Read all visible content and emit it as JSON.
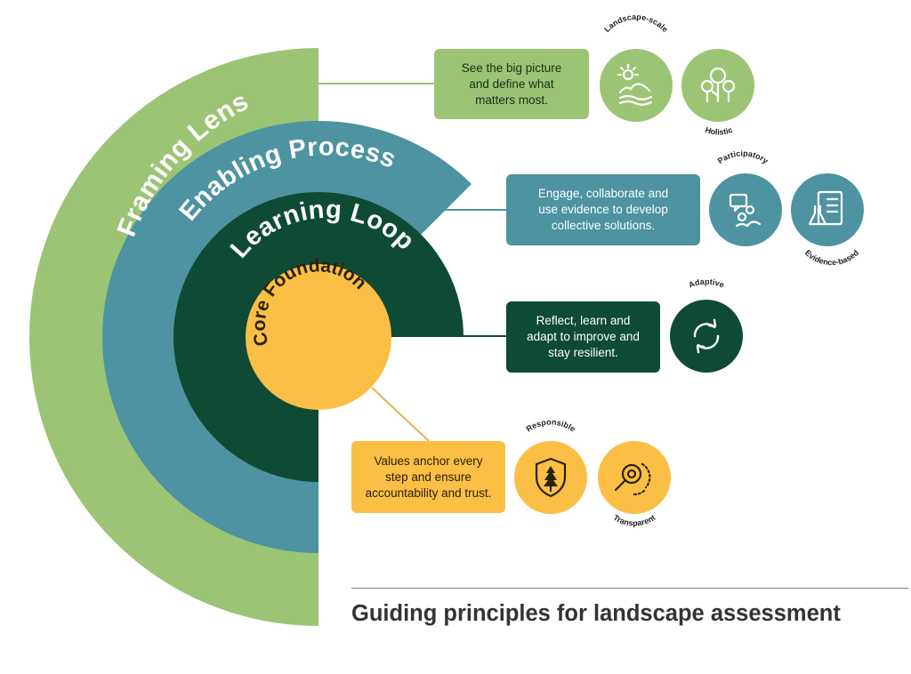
{
  "colors": {
    "framing": "#9bc474",
    "enabling": "#4d93a1",
    "learning": "#0f4a35",
    "core": "#fbbf45"
  },
  "rings": {
    "framing": "Framing Lens",
    "enabling": "Enabling Process",
    "learning": "Learning Loop",
    "core": "Core Foundation"
  },
  "boxes": {
    "framing": "See the big picture\nand define what\nmatters most.",
    "enabling": "Engage, collaborate and\nuse evidence to develop\ncollective solutions.",
    "learning": "Reflect, learn and\nadapt to improve and\nstay resilient.",
    "core": "Values anchor every\nstep and ensure\naccountability and trust."
  },
  "principles": {
    "landscape_scale": "Landscape-scale",
    "holistic": "Holistic",
    "participatory": "Participatory",
    "evidence_based": "Evidence-based",
    "adaptive": "Adaptive",
    "responsible": "Responsible",
    "transparent": "Transparent"
  },
  "icons": {
    "landscape_scale": "sun-over-hills-icon",
    "holistic": "tree-cluster-icon",
    "participatory": "people-chat-icon",
    "evidence_based": "flask-document-icon",
    "adaptive": "refresh-arrows-icon",
    "responsible": "shield-tree-icon",
    "transparent": "magnifier-icon"
  },
  "footer": {
    "title": "Guiding principles for landscape assessment"
  }
}
